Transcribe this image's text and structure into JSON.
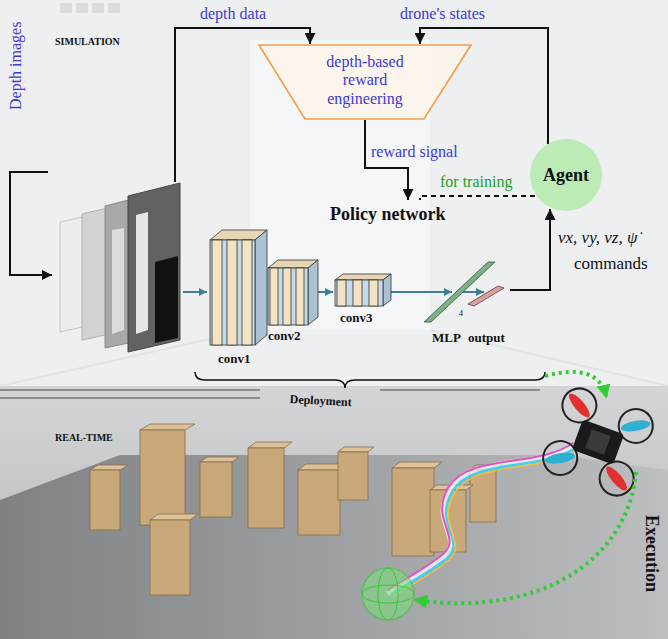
{
  "diagram": {
    "nodes": [
      {
        "text": [
          "Depth images"
        ]
      },
      {
        "text": [
          "depth-based reward engineering"
        ]
      },
      {
        "text": [
          "Policy network"
        ]
      },
      {
        "text": [
          "Agent"
        ]
      }
    ],
    "edges": [
      {
        "from": 0,
        "to": 1,
        "arrow": "to",
        "label": "depth data"
      },
      {
        "from": 3,
        "to": 1,
        "arrow": "to",
        "label": "drone's states"
      },
      {
        "from": 1,
        "to": 2,
        "arrow": "to",
        "label": "reward signal"
      },
      {
        "from": 3,
        "to": 2,
        "arrow": "none",
        "label": "for training"
      },
      {
        "from": 2,
        "to": 3,
        "arrow": "to"
      }
    ],
    "labels": [
      "SIMULATION",
      "conv1",
      "conv2",
      "conv3",
      "MLP",
      "output",
      "4",
      "vx, vy, vz, ψ̇",
      "commands",
      "Deployment",
      "REAL-TIME",
      "Execution"
    ]
  }
}
